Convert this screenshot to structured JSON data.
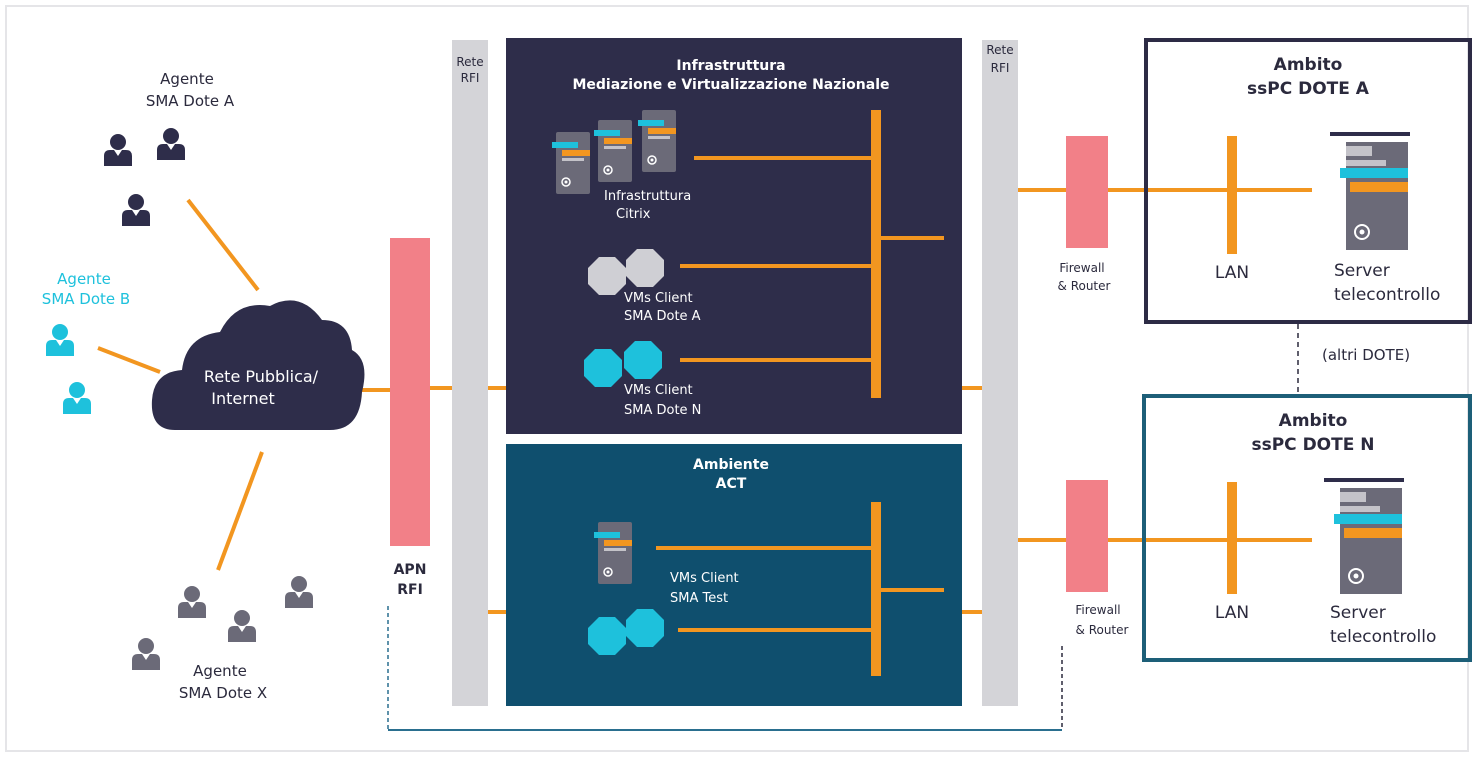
{
  "colors": {
    "navy": "#2e2d4a",
    "teal": "#0f4f6e",
    "orange": "#f29620",
    "cyan": "#1ec1dc",
    "pink": "#f28088",
    "grey_band": "#d4d4d8",
    "server_grey": "#6b6a78",
    "frame_navy": "#2d2b45",
    "frame_teal": "#1d5f78",
    "line_blue": "#2a6f8f",
    "text_dark": "#2b2a3d",
    "white": "#ffffff",
    "cloud_grey": "#cfcfd4"
  },
  "agents": {
    "a": {
      "line1": "Agente",
      "line2": "SMA Dote A"
    },
    "b": {
      "line1": "Agente",
      "line2": "SMA Dote B"
    },
    "x": {
      "line1": "Agente",
      "line2": "SMA Dote X"
    }
  },
  "cloud": {
    "line1": "Rete Pubblica/",
    "line2": "Internet"
  },
  "apn": {
    "line1": "APN",
    "line2": "RFI"
  },
  "rete_rfi_left": {
    "line1": "Rete",
    "line2": "RFI"
  },
  "rete_rfi_right": {
    "line1": "Rete",
    "line2": "RFI"
  },
  "infra": {
    "title1": "Infrastruttura",
    "title2": "Mediazione e Virtualizzazione Nazionale",
    "citrix1": "Infrastruttura",
    "citrix2": "Citrix",
    "vms_a1": "VMs Client",
    "vms_a2": "SMA Dote A",
    "vms_n1": "VMs Client",
    "vms_n2": "SMA Dote N"
  },
  "act": {
    "title1": "Ambiente",
    "title2": "ACT",
    "vms1": "VMs Client",
    "vms2": "SMA Test"
  },
  "firewall_a": {
    "line1": "Firewall",
    "line2": "& Router"
  },
  "firewall_n": {
    "line1": "Firewall",
    "line2": "& Router"
  },
  "ambito_a": {
    "title1": "Ambito",
    "title2": "ssPC DOTE A",
    "lan": "LAN",
    "server1": "Server",
    "server2": "telecontrollo"
  },
  "altri": "(altri DOTE)",
  "ambito_n": {
    "title1": "Ambito",
    "title2": "ssPC DOTE N",
    "lan": "LAN",
    "server1": "Server",
    "server2": "telecontrollo"
  }
}
